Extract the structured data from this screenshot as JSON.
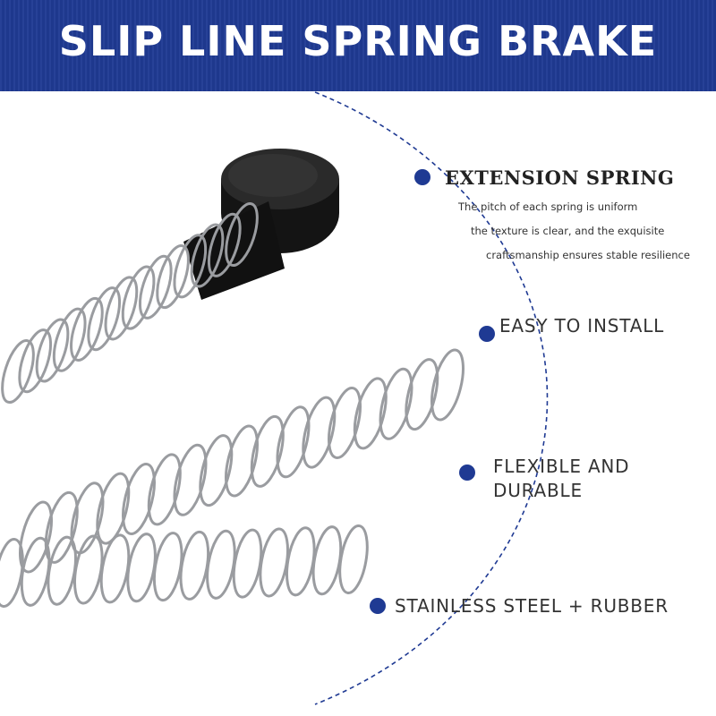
{
  "banner": {
    "title": "SLIP LINE SPRING BRAKE",
    "color": "#1f3a93"
  },
  "features": {
    "extension": {
      "title": "EXTENSION SPRING",
      "lines": [
        "The pitch of each spring is uniform",
        "the texture is clear, and the exquisite",
        "craftsmanship ensures stable resilience"
      ]
    },
    "install": "EASY TO INSTALL",
    "flexible": [
      "FLEXIBLE AND",
      "DURABLE"
    ],
    "material": "STAINLESS STEEL + RUBBER"
  },
  "colors": {
    "accent": "#1f3a93",
    "spring": "#9a9ca0",
    "rubber": "#1a1a1a"
  }
}
